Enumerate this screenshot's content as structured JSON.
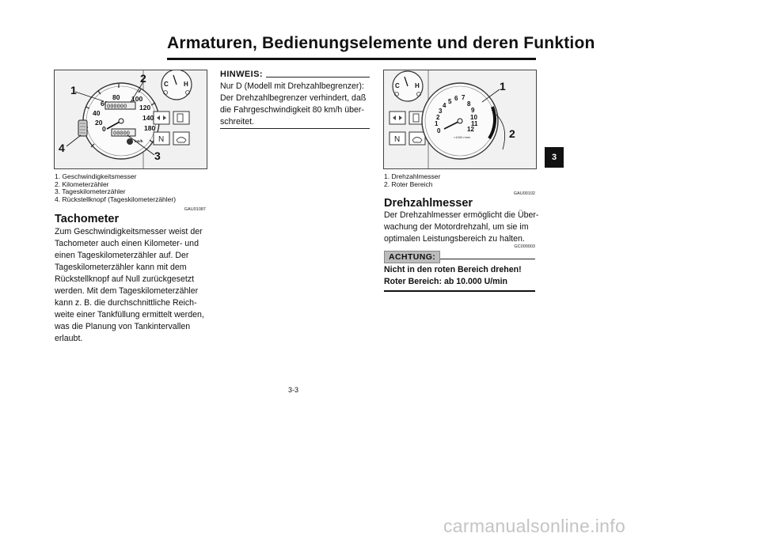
{
  "page": {
    "title": "Armaturen, Bedienungselemente und deren Funktion",
    "page_number": "3-3",
    "chapter_tab": "3",
    "watermark": "carmanualsonline.info"
  },
  "left_column": {
    "figure": {
      "callouts": [
        "1",
        "2",
        "3",
        "4"
      ],
      "speedo_ticks": [
        "80",
        "100",
        "60",
        "120",
        "40",
        "140",
        "20",
        "180",
        "0"
      ],
      "unit": "km/h",
      "odometer": "000000",
      "tripmeter": "00000",
      "temp_c": "C",
      "temp_h": "H",
      "indicator_n": "N"
    },
    "captions": [
      "1.   Geschwindigkeitsmesser",
      "2.   Kilometerzähler",
      "3.   Tageskilometerzähler",
      "4.   Rückstellknopf (Tageskilometerzähler)"
    ],
    "code": "GAU01087",
    "heading": "Tachometer",
    "lines": [
      "Zum Geschwindigkeitsmesser weist der",
      "Tachometer auch einen Kilometer- und",
      "einen Tageskilometerzähler auf. Der",
      "Tageskilometerzähler kann mit dem",
      "Rückstellknopf auf Null zurückgesetzt",
      "werden. Mit dem Tageskilometerzähler",
      "kann z. B. die durchschnittliche Reich-",
      "weite einer Tankfüllung ermittelt werden,",
      "was die Planung von Tankintervallen",
      "erlaubt."
    ]
  },
  "middle_column": {
    "note_heading": "HINWEIS:",
    "lines": [
      "Nur D (Modell mit Drehzahlbegrenzer):",
      "Der Drehzahlbegrenzer verhindert, daß",
      "die Fahrgeschwindigkeit 80 km/h über-",
      "schreitet."
    ]
  },
  "right_column": {
    "figure": {
      "callouts": [
        "1",
        "2"
      ],
      "tach_ticks": [
        "0",
        "1",
        "2",
        "3",
        "4",
        "5",
        "6",
        "7",
        "8",
        "9",
        "10",
        "11",
        "12"
      ],
      "unit": "×1000 r/min",
      "temp_c": "C",
      "temp_h": "H",
      "indicator_n": "N"
    },
    "captions": [
      "1.   Drehzahlmesser",
      "2.   Roter Bereich"
    ],
    "code": "GAU00102",
    "heading": "Drehzahlmesser",
    "lines": [
      "Der Drehzahlmesser ermöglicht die Über-",
      "wachung der Motordrehzahl, um sie im",
      "optimalen Leistungsbereich zu halten."
    ],
    "warning": {
      "code": "GC000003",
      "label": "ACHTUNG:",
      "lines": [
        "Nicht in den roten Bereich drehen!",
        "Roter Bereich: ab 10.000 U/min"
      ]
    }
  }
}
